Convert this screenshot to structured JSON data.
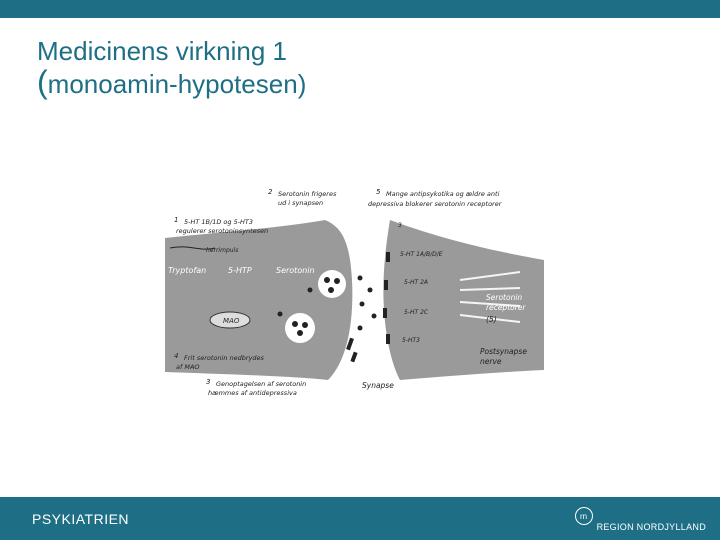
{
  "slide": {
    "title_line1": "Medicinens virkning 1",
    "title_paren": "(",
    "title_line2_rest": "monoamin-hypotesen)"
  },
  "figure": {
    "labels": {
      "n1": "1",
      "l1a": "5-HT 1B/1D og 5-HT3",
      "l1b": "regulerer serotoninsyntesen",
      "impulse": "herrimpuls",
      "n2": "2",
      "l2a": "Serotonin frigeres",
      "l2b": "ud i synapsen",
      "n3": "3",
      "n5": "5",
      "l5a": "Mange antipsykotika og ældre anti",
      "l5b": "depressiva blokerer serotonin receptorer",
      "tryptofan": "Tryptofan",
      "htp": "5-HTP",
      "serotonin": "Serotonin",
      "mao": "MAO",
      "n4": "4",
      "l4a": "Frit serotonin nedbrydes",
      "l4b": "af MAO",
      "n3b": "3",
      "l3a": "Genoptagelsen af serotonin",
      "l3b": "hæmmes af antidepressiva",
      "synapse": "Synapse",
      "r1": "5-HT 1A/B/D/E",
      "r2": "5-HT 2A",
      "r3": "5-HT 2C",
      "r4": "5-HT3",
      "receptors_a": "Serotonin",
      "receptors_b": "receptorer",
      "receptors_c": "(5)",
      "post_a": "Postsynapse",
      "post_b": "nerve"
    }
  },
  "footer": {
    "left": "PSYKIATRIEN",
    "logo": "rn",
    "right": "REGION NORDJYLLAND"
  },
  "colors": {
    "brand": "#1e6f86",
    "neuron": "#9a9a9a"
  }
}
